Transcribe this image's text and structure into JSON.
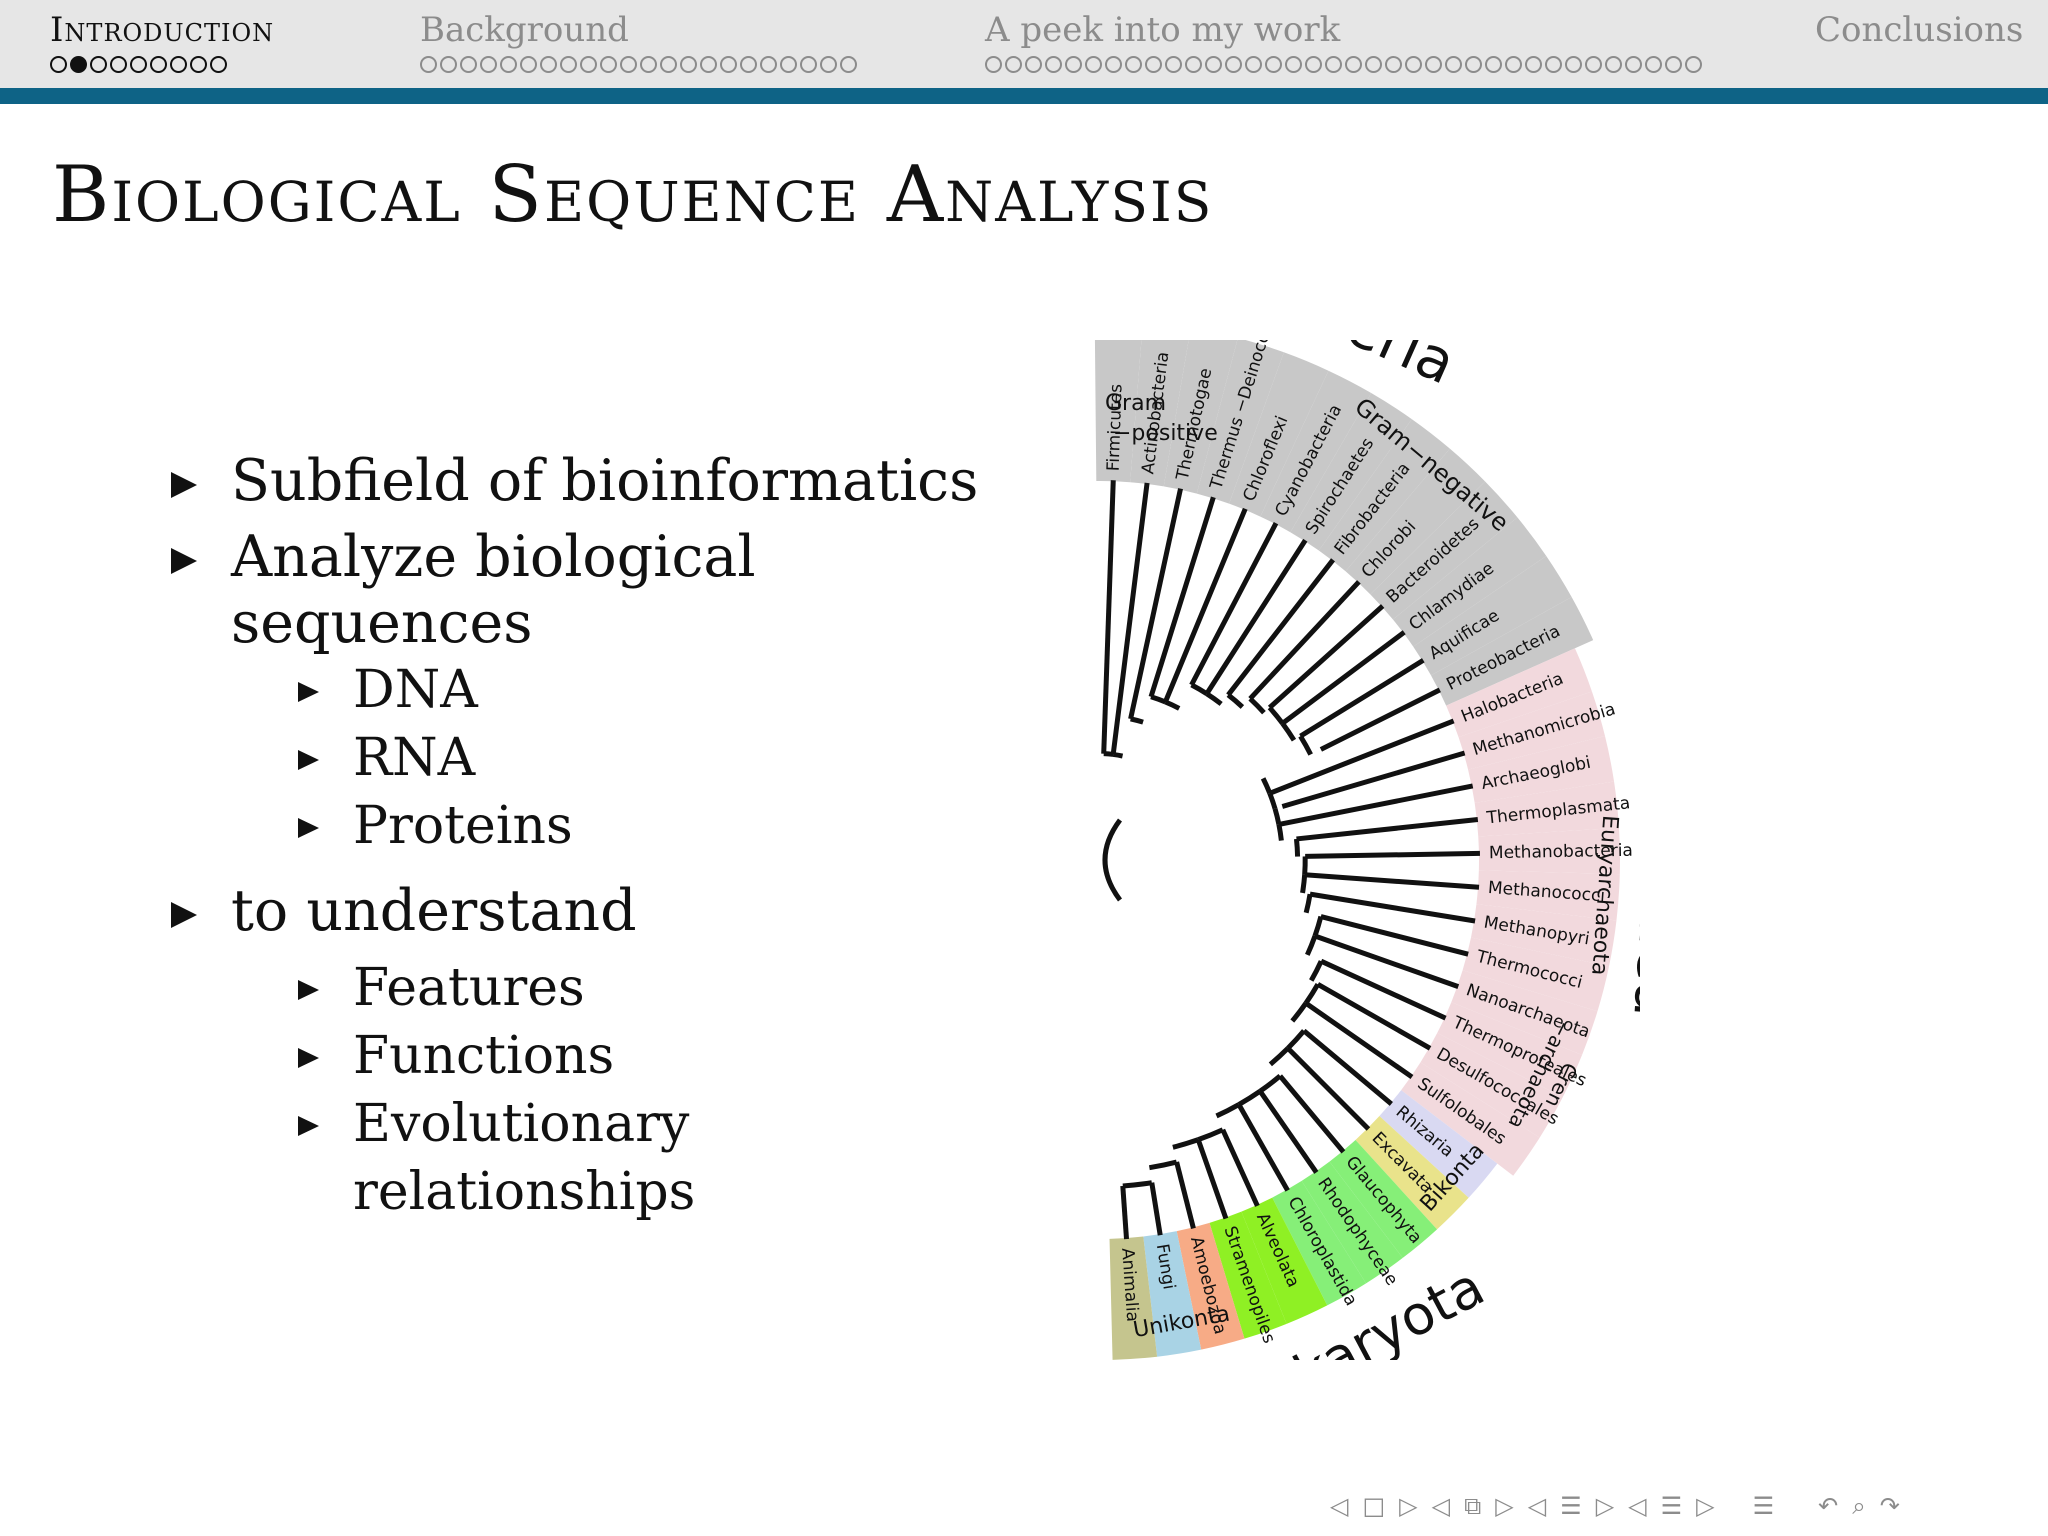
{
  "header": {
    "sections": [
      {
        "title": "Introduction",
        "dots": 9,
        "filled_index": 1,
        "active": true
      },
      {
        "title": "Background",
        "dots": 22,
        "filled_index": -1,
        "active": false
      },
      {
        "title": "A peek into my work",
        "dots": 36,
        "filled_index": -1,
        "active": false
      },
      {
        "title": "Conclusions",
        "dots": 0,
        "filled_index": -1,
        "active": false
      }
    ],
    "colors": {
      "bar": "#e6e6e6",
      "rule": "#0e6386"
    }
  },
  "slide": {
    "title": "Biological Sequence Analysis",
    "bullets": [
      {
        "level": 1,
        "text": "Subfield of bioinformatics"
      },
      {
        "level": 1,
        "text": "Analyze biological sequences"
      },
      {
        "level": 2,
        "text": "DNA"
      },
      {
        "level": 2,
        "text": "RNA"
      },
      {
        "level": 2,
        "text": "Proteins"
      },
      {
        "level": 1,
        "text": "to understand"
      },
      {
        "level": 2,
        "text": "Features"
      },
      {
        "level": 2,
        "text": "Functions"
      },
      {
        "level": 2,
        "text": "Evolutionary relationships"
      }
    ]
  },
  "tree": {
    "domains": {
      "bacteria": "Bacteria",
      "archaea": "Archaea",
      "eukaryota": "Eukaryota"
    },
    "groups": {
      "gram_positive": "Gram\n−positive",
      "gram_negative": "Gram−negative",
      "euryarchaeota": "Euryarchaeota",
      "crenarchaeota": "Cren\n−archaeota",
      "bikonta": "Bikonta",
      "unikonta": "Unikonta"
    },
    "leaves": [
      {
        "label": "Firmicutes",
        "group": "bacteria"
      },
      {
        "label": "Actinobacteria",
        "group": "bacteria"
      },
      {
        "label": "Thermotogae",
        "group": "bacteria"
      },
      {
        "label": "Thermus\n−Deinococcus",
        "group": "bacteria"
      },
      {
        "label": "Chloroflexi",
        "group": "bacteria"
      },
      {
        "label": "Cyanobacteria",
        "group": "bacteria"
      },
      {
        "label": "Spirochaetes",
        "group": "bacteria"
      },
      {
        "label": "Fibrobacteria",
        "group": "bacteria"
      },
      {
        "label": "Chlorobi",
        "group": "bacteria"
      },
      {
        "label": "Bacteroidetes",
        "group": "bacteria"
      },
      {
        "label": "Chlamydiae",
        "group": "bacteria"
      },
      {
        "label": "Aquificae",
        "group": "bacteria"
      },
      {
        "label": "Proteobacteria",
        "group": "bacteria"
      },
      {
        "label": "Halobacteria",
        "group": "archaea"
      },
      {
        "label": "Methanomicrobia",
        "group": "archaea"
      },
      {
        "label": "Archaeoglobi",
        "group": "archaea"
      },
      {
        "label": "Thermoplasmata",
        "group": "archaea"
      },
      {
        "label": "Methanobacteria",
        "group": "archaea"
      },
      {
        "label": "Methanococci",
        "group": "archaea"
      },
      {
        "label": "Methanopyri",
        "group": "archaea"
      },
      {
        "label": "Thermococci",
        "group": "archaea"
      },
      {
        "label": "Nanoarchaeota",
        "group": "archaea"
      },
      {
        "label": "Thermoproteales",
        "group": "archaea"
      },
      {
        "label": "Desulfococcales",
        "group": "archaea"
      },
      {
        "label": "Sulfolobales",
        "group": "archaea"
      },
      {
        "label": "Rhizaria",
        "group": "rhizaria"
      },
      {
        "label": "Excavata",
        "group": "excavata"
      },
      {
        "label": "Glaucophyta",
        "group": "plants"
      },
      {
        "label": "Rhodophyceae",
        "group": "plants"
      },
      {
        "label": "Chloroplastida",
        "group": "plants"
      },
      {
        "label": "Alveolata",
        "group": "chromalveolates"
      },
      {
        "label": "Stramenopiles",
        "group": "chromalveolates"
      },
      {
        "label": "Amoebozoa",
        "group": "amoebozoa"
      },
      {
        "label": "Fungi",
        "group": "fungi"
      },
      {
        "label": "Animalia",
        "group": "animalia"
      }
    ],
    "colors": {
      "bacteria": "#c8c8c8",
      "archaea": "#f2d9dd",
      "rhizaria": "#d9d9f2",
      "excavata": "#e9e38b",
      "plants": "#86ef78",
      "chromalveolates": "#8ff024",
      "amoebozoa": "#f7ab86",
      "fungi": "#a9d3e5",
      "animalia": "#c5c58e"
    }
  },
  "beamer_nav": {
    "icons": [
      "prev-frame-icon",
      "frame-icon",
      "next-frame-icon",
      "prev-subsection-icon",
      "subsection-icon",
      "next-subsection-icon",
      "prev-section-icon",
      "section-icon",
      "next-section-icon",
      "prev-doc-icon",
      "doc-icon",
      "next-doc-icon",
      "toc-icon",
      "undo-icon",
      "search-icon",
      "redo-icon"
    ]
  }
}
